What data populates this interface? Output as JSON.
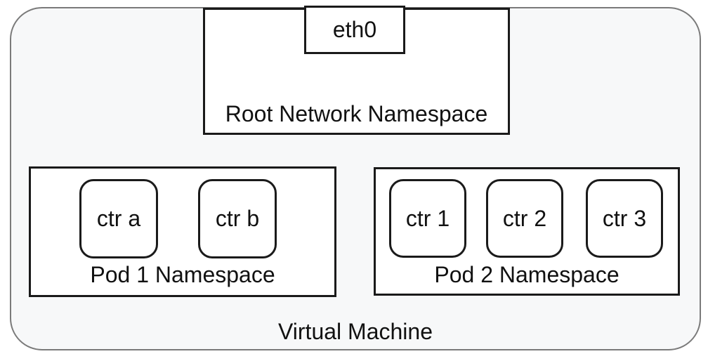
{
  "colors": {
    "canvas": "#ffffff",
    "vm_fill": "#f7f8f9",
    "vm_border": "#7a7a7a",
    "box_fill": "#ffffff",
    "box_border": "#1a1a1a",
    "text": "#111111"
  },
  "vm": {
    "label": "Virtual Machine"
  },
  "root_namespace": {
    "label": "Root Network Namespace",
    "interface": {
      "label": "eth0"
    }
  },
  "pods": [
    {
      "label": "Pod 1 Namespace",
      "containers": [
        {
          "label": "ctr a"
        },
        {
          "label": "ctr b"
        }
      ]
    },
    {
      "label": "Pod 2 Namespace",
      "containers": [
        {
          "label": "ctr 1"
        },
        {
          "label": "ctr 2"
        },
        {
          "label": "ctr 3"
        }
      ]
    }
  ]
}
